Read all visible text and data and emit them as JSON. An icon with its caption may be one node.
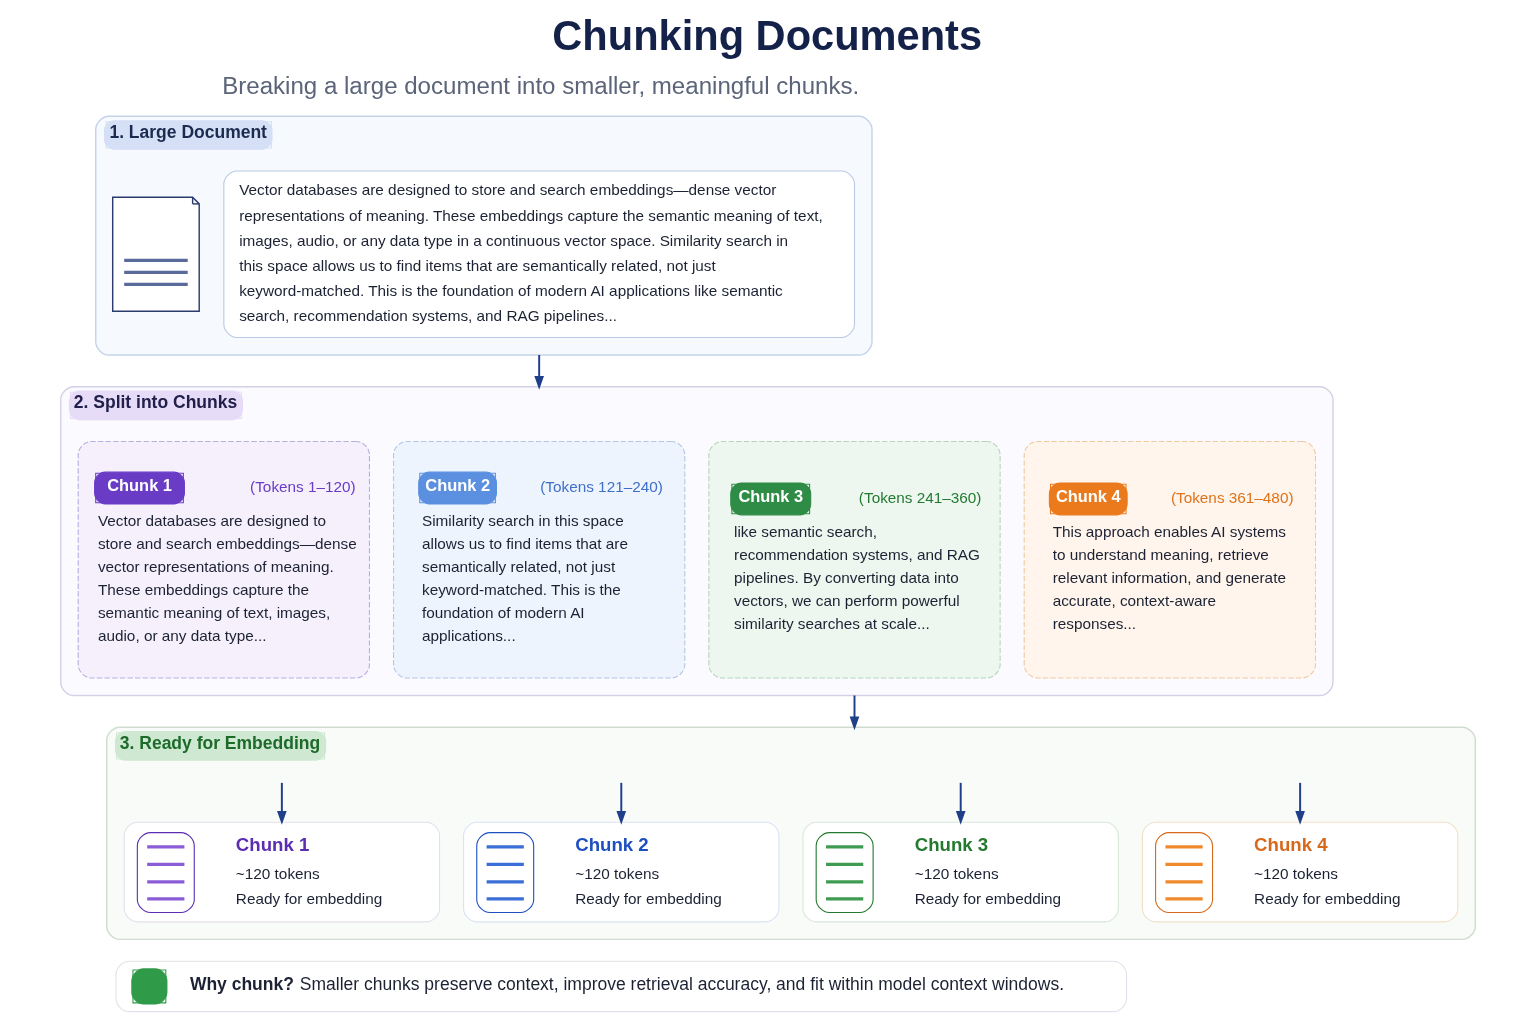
{
  "diagram": {
    "title": "Chunking Documents",
    "nodes": [
      {
        "text": [
          "1. Large Document"
        ]
      },
      {
        "text": [],
        "shape": "document",
        "in": 0
      },
      {
        "text": [
          "Vector databases are designed to store and search embeddings—dense vector representations of meaning. These embeddings capture the semantic meaning of text, images, audio, or any data type in a continuous vector space. Similarity search in this space allows us to find items that are semantically related, not just keyword-matched. This is the foundation of modern AI applications like semantic search, recommendation systems, and RAG pipelines..."
        ],
        "in": 0
      },
      {
        "text": [
          "2. Split into Chunks"
        ]
      },
      {
        "text": [
          "Chunk 1",
          "(Tokens 1–120)",
          "Vector databases are designed to store and search embeddings—dense vector representations of meaning. These embeddings capture the semantic meaning of text, images, audio, or any data type..."
        ],
        "in": 3
      },
      {
        "text": [
          "Chunk 2",
          "(Tokens 121–240)",
          "Similarity search in this space allows us to find items that are semantically related, not just keyword-matched. This is the foundation of modern AI applications..."
        ],
        "in": 3
      },
      {
        "text": [
          "Chunk 3",
          "(Tokens 241–360)",
          "like semantic search, recommendation systems, and RAG pipelines. By converting data into vectors, we can perform powerful similarity searches at scale..."
        ],
        "in": 3
      },
      {
        "text": [
          "Chunk 4",
          "(Tokens 361–480)",
          "This approach enables AI systems to understand meaning, retrieve relevant information, and generate accurate, context-aware responses..."
        ],
        "in": 3
      },
      {
        "text": [
          "3. Ready for Embedding"
        ]
      },
      {
        "text": [
          "Chunk 1",
          "~120 tokens",
          "Ready for embedding"
        ],
        "in": 8
      },
      {
        "text": [
          "Chunk 2",
          "~120 tokens",
          "Ready for embedding"
        ],
        "in": 8
      },
      {
        "text": [
          "Chunk 3",
          "~120 tokens",
          "Ready for embedding"
        ],
        "in": 8
      },
      {
        "text": [
          "Chunk 4",
          "~120 tokens",
          "Ready for embedding"
        ],
        "in": 8
      },
      {
        "text": [
          "**Why chunk?** Smaller chunks preserve context, improve retrieval accuracy, and fit within model context windows."
        ]
      }
    ],
    "edges": [
      {
        "from": 0,
        "to": 3,
        "arrow": "to"
      },
      {
        "from": 3,
        "to": 8,
        "arrow": "to"
      },
      {
        "from": null,
        "to": 9,
        "arrow": "to"
      },
      {
        "from": null,
        "to": 10,
        "arrow": "to"
      },
      {
        "from": null,
        "to": 11,
        "arrow": "to"
      },
      {
        "from": null,
        "to": 12,
        "arrow": "to"
      }
    ],
    "labels": [
      "Breaking a large document into smaller, meaningful chunks."
    ]
  }
}
